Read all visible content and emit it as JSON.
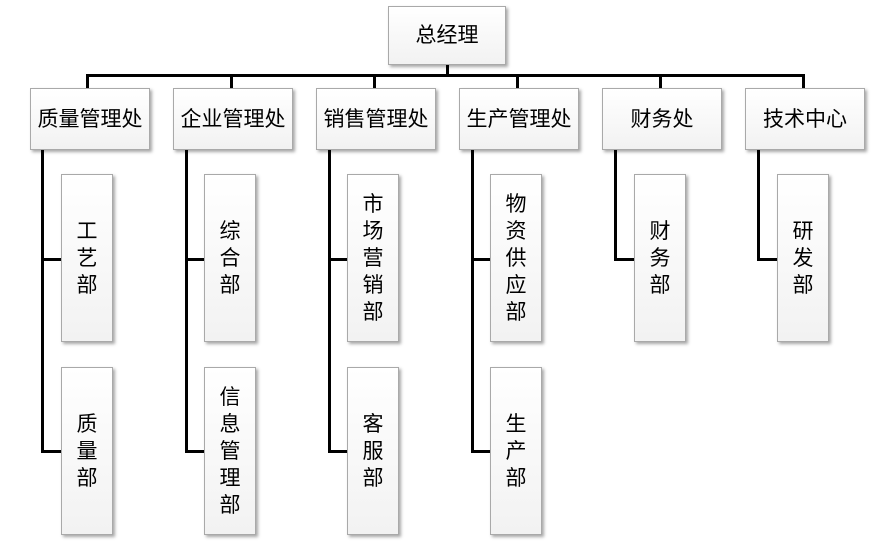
{
  "chart_data": {
    "type": "org-chart",
    "root": {
      "label": "总经理"
    },
    "departments": [
      {
        "label": "质量管理处",
        "children": [
          {
            "label": "工艺部"
          },
          {
            "label": "质量部"
          }
        ]
      },
      {
        "label": "企业管理处",
        "children": [
          {
            "label": "综合部"
          },
          {
            "label": "信息管理部"
          }
        ]
      },
      {
        "label": "销售管理处",
        "children": [
          {
            "label": "市场营销部"
          },
          {
            "label": "客服部"
          }
        ]
      },
      {
        "label": "生产管理处",
        "children": [
          {
            "label": "物资供应部"
          },
          {
            "label": "生产部"
          }
        ]
      },
      {
        "label": "财务处",
        "children": [
          {
            "label": "财务部"
          }
        ]
      },
      {
        "label": "技术中心",
        "children": [
          {
            "label": "研发部"
          }
        ]
      }
    ]
  }
}
